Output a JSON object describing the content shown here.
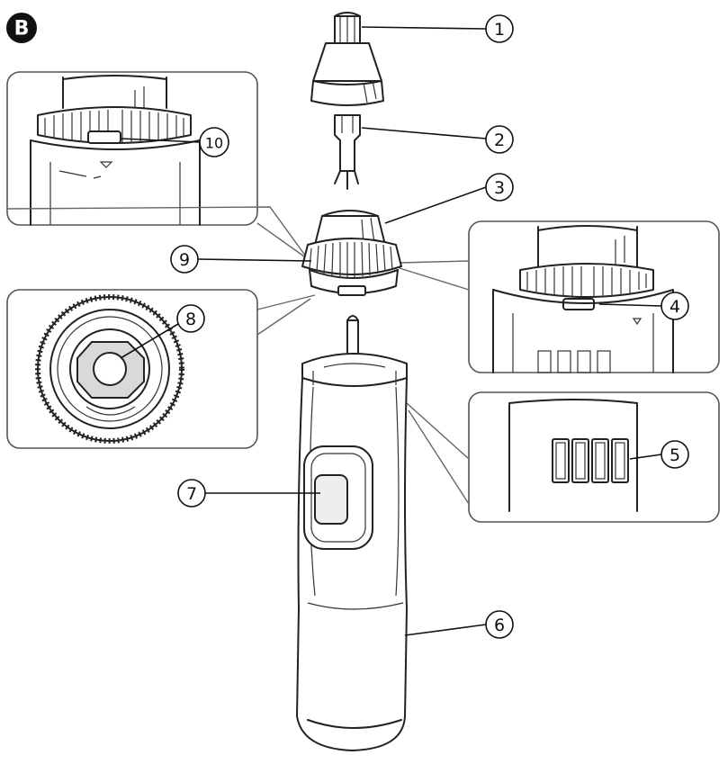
{
  "badge": "B",
  "labels": {
    "l1": "1",
    "l2": "2",
    "l3": "3",
    "l4": "4",
    "l5": "5",
    "l6": "6",
    "l7": "7",
    "l8": "8",
    "l9": "9",
    "l10": "10"
  }
}
